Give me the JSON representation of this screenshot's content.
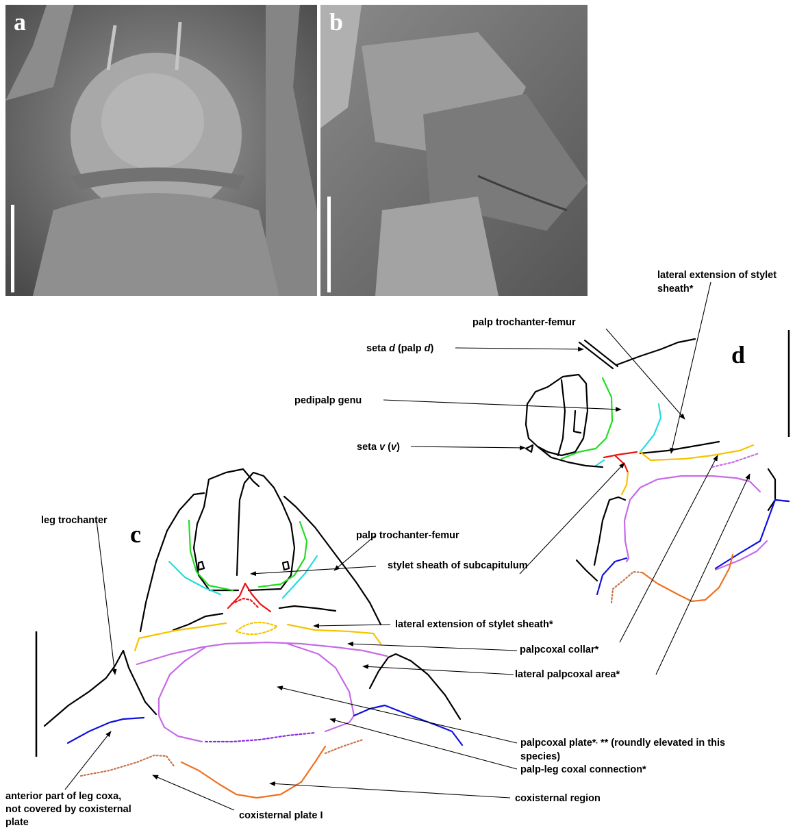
{
  "panels": {
    "a": "a",
    "b": "b",
    "c": "c",
    "d": "d"
  },
  "labels_c": {
    "leg_trochanter": "leg trochanter",
    "palp_trochanter_femur": "palp trochanter-femur",
    "stylet_sheath": "stylet sheath of subcapitulum",
    "lateral_extension": "lateral extension of stylet sheath*",
    "palpcoxal_collar": "palpcoxal collar*",
    "lateral_palpcoxal_area": "lateral palpcoxal area*",
    "palpcoxal_plate_1": "palpcoxal plate*",
    "palpcoxal_plate_sep": ",",
    "palpcoxal_plate_2": " ** (roundly elevated in this",
    "palpcoxal_plate_3": "species)",
    "palp_leg_connection": "palp-leg coxal connection*",
    "coxisternal_region": "coxisternal region",
    "coxisternal_plate": "coxisternal plate I",
    "anterior_leg_coxa_1": "anterior part of leg coxa,",
    "anterior_leg_coxa_2": "not covered by coxisternal",
    "anterior_leg_coxa_3": "plate"
  },
  "labels_d": {
    "lateral_extension_1": "lateral extension of stylet",
    "lateral_extension_2": "sheath*",
    "palp_trochanter_femur": "palp trochanter-femur",
    "seta_d_pre": "seta ",
    "seta_d_italic": "d",
    "seta_d_mid": " (palp ",
    "seta_d_italic2": "d",
    "seta_d_post": ")",
    "pedipalp_genu": "pedipalp genu",
    "seta_v_pre": "seta ",
    "seta_v_italic": "v",
    "seta_v_mid": " (",
    "seta_v_italic2": "v",
    "seta_v_post": ")"
  },
  "colors": {
    "outline": "#000000",
    "genu": "#22dd22",
    "trochanter_femur": "#22dddd",
    "stylet_sheath": "#ee1111",
    "collar": "#f5c400",
    "palpcoxal": "#c66ae8",
    "connection": "#8a2be2",
    "leg_coxa": "#1010dd",
    "coxisternal": "#f07020",
    "dotted_coxa": "#c8744a"
  }
}
